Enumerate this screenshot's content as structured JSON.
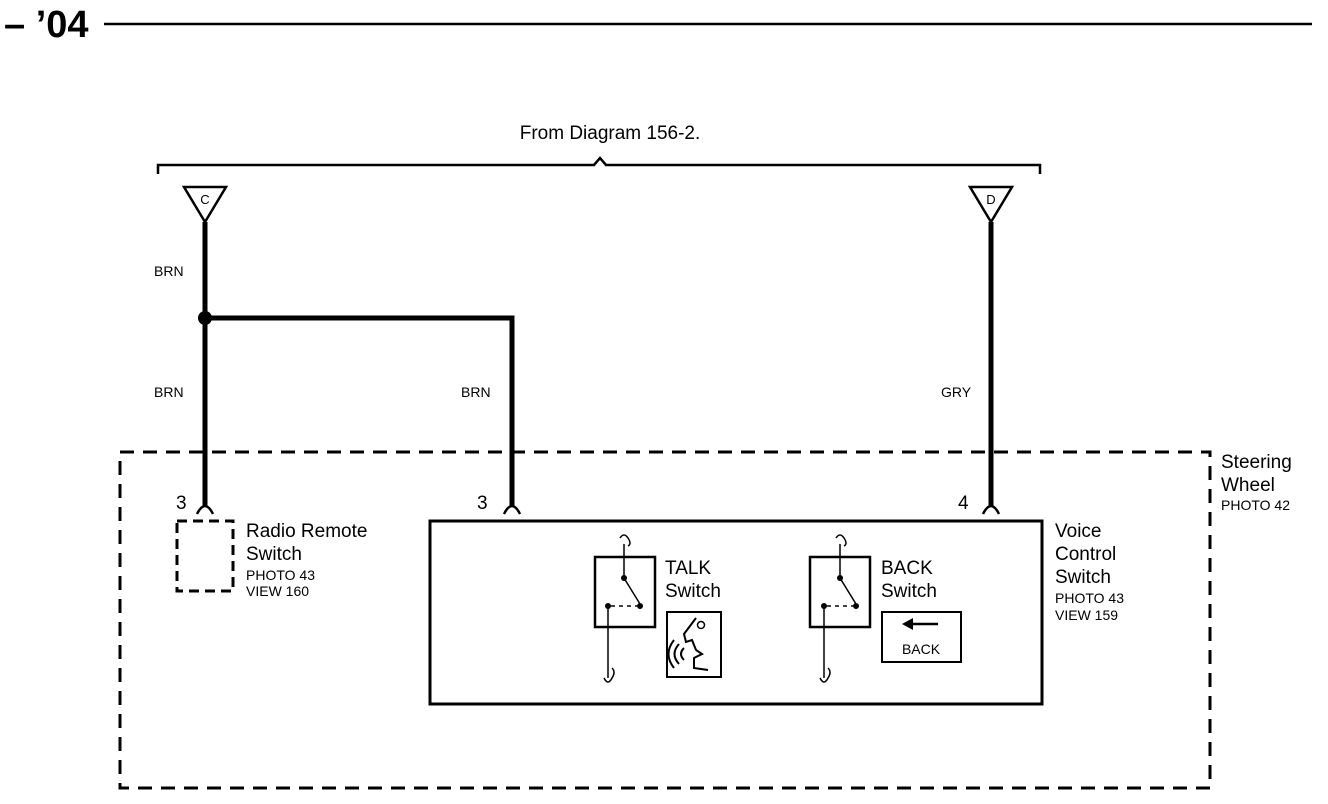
{
  "header": {
    "title": "– ’04"
  },
  "source_note": "From Diagram 156-2.",
  "connectors": [
    {
      "id": "C",
      "label": "C"
    },
    {
      "id": "D",
      "label": "D"
    }
  ],
  "wires": {
    "brn_top": "BRN",
    "brn_left": "BRN",
    "brn_right": "BRN",
    "gry": "GRY"
  },
  "pins": {
    "radio": "3",
    "voice_brn": "3",
    "voice_gry": "4"
  },
  "steering_wheel": {
    "line1": "Steering",
    "line2": "Wheel",
    "photo": "PHOTO 42"
  },
  "radio_remote_switch": {
    "line1": "Radio Remote",
    "line2": "Switch",
    "photo": "PHOTO 43",
    "view": "VIEW 160"
  },
  "voice_control_switch": {
    "line1": "Voice",
    "line2": "Control",
    "line3": "Switch",
    "photo": "PHOTO 43",
    "view": "VIEW 159"
  },
  "talk_switch": {
    "line1": "TALK",
    "line2": "Switch",
    "icon": "voice-talk-icon"
  },
  "back_switch": {
    "line1": "BACK",
    "line2": "Switch",
    "icon_label": "BACK",
    "icon": "back-arrow-icon"
  }
}
